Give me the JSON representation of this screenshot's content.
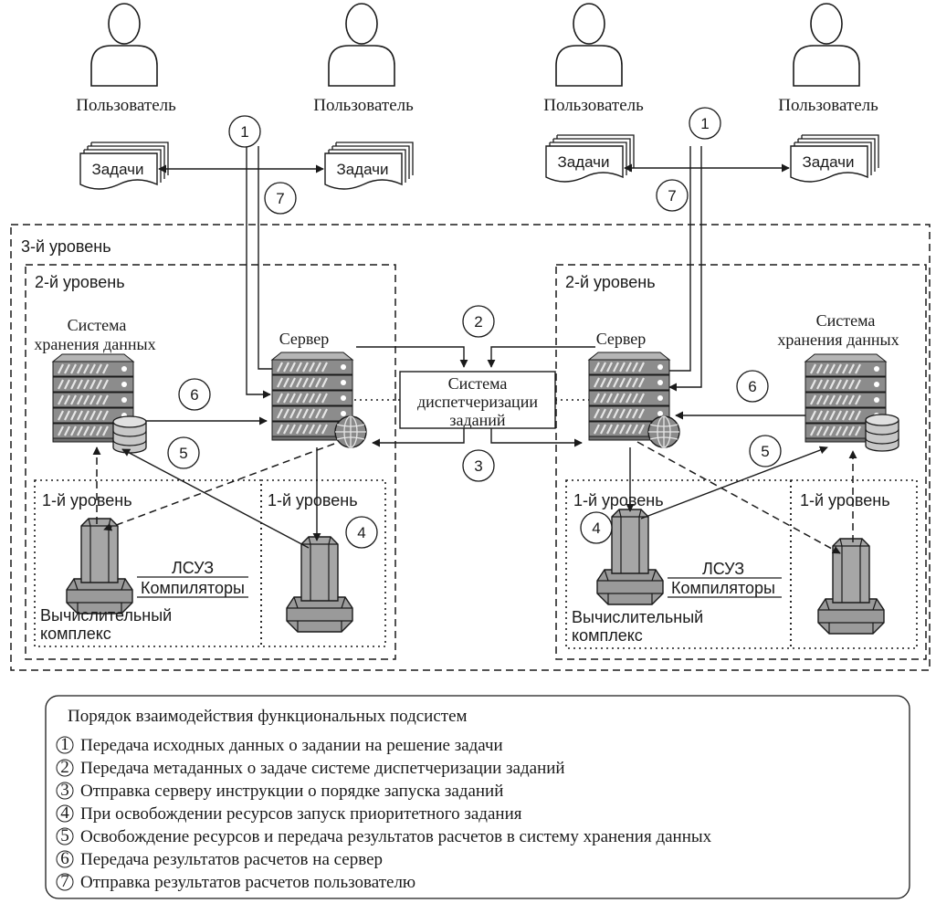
{
  "users": [
    {
      "label": "Пользователь"
    },
    {
      "label": "Пользователь"
    },
    {
      "label": "Пользователь"
    },
    {
      "label": "Пользователь"
    }
  ],
  "tasks_label": "Задачи",
  "levels": {
    "level3": "3-й уровень",
    "level2": "2-й уровень",
    "level1": "1-й уровень"
  },
  "server_label": "Сервер",
  "storage_label": [
    "Система",
    "хранения данных"
  ],
  "dispatcher_label": [
    "Система",
    "диспетчеризации",
    "заданий"
  ],
  "software_labels": [
    "ЛСУЗ",
    "Компиляторы"
  ],
  "compute_label": [
    "Вычислительный",
    "комплекс"
  ],
  "steps": [
    "1",
    "2",
    "3",
    "4",
    "5",
    "6",
    "7"
  ],
  "legend": {
    "title": "Порядок взаимодействия функциональных подсистем",
    "items": [
      {
        "num": "1",
        "text": "Передача исходных данных о задании на решение задачи"
      },
      {
        "num": "2",
        "text": "Передача метаданных о задаче системе диспетчеризации заданий"
      },
      {
        "num": "3",
        "text": "Отправка серверу инструкции о порядке запуска заданий"
      },
      {
        "num": "4",
        "text": "При освобождении ресурсов запуск приоритетного задания"
      },
      {
        "num": "5",
        "text": "Освобождение ресурсов и передача результатов расчетов в систему хранения данных"
      },
      {
        "num": "6",
        "text": "Передача результатов расчетов на сервер"
      },
      {
        "num": "7",
        "text": "Отправка результатов расчетов пользователю"
      }
    ]
  },
  "colors": {
    "line": "#1a1a1a",
    "server_fill": "#8c8c8c",
    "server_light": "#d0d0d0",
    "machine_fill": "#9a9a9a"
  }
}
